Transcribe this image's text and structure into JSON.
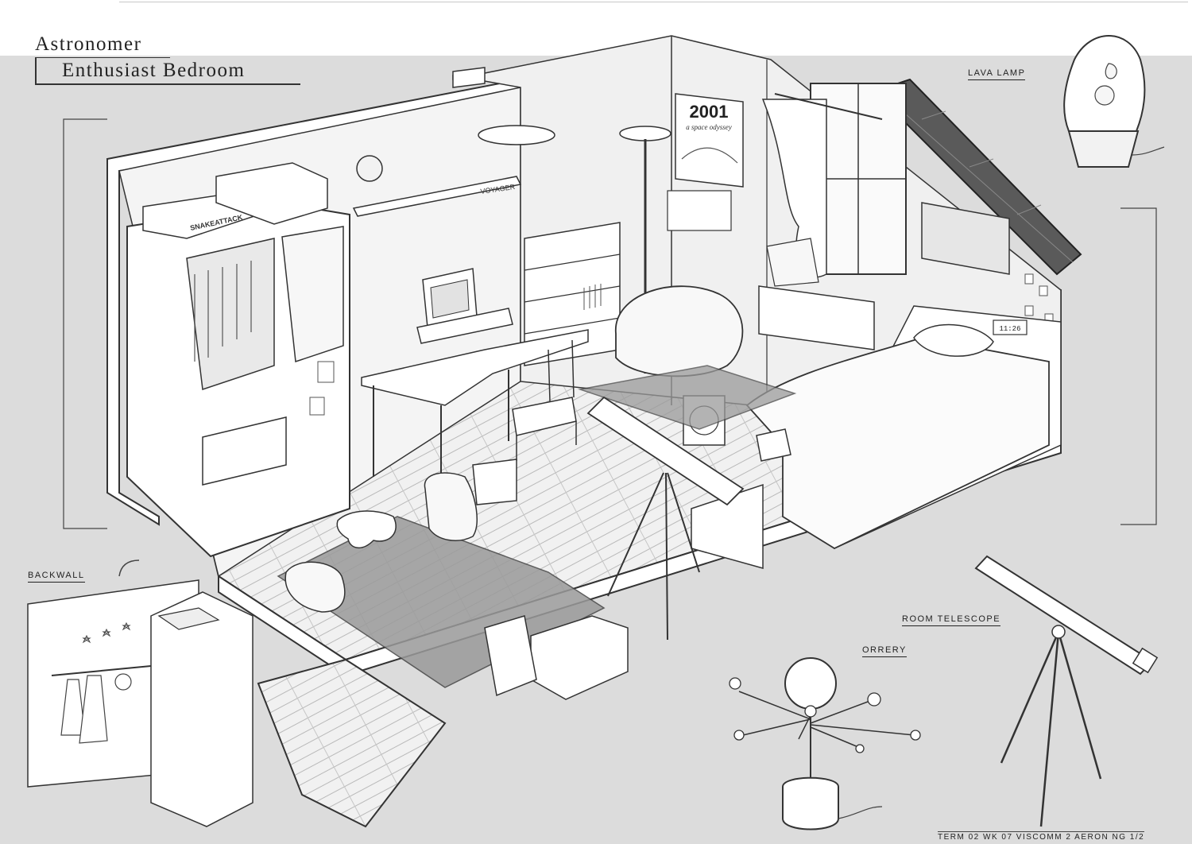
{
  "title": {
    "line1": "Astronomer",
    "line2": "Enthusiast Bedroom"
  },
  "labels": {
    "lava_lamp": "LAVA LAMP",
    "backwall": "BACKWALL",
    "room_telescope": "ROOM TELESCOPE",
    "orrery": "ORRERY"
  },
  "footer": "TERM 02 WK 07 VISCOMM 2 AERON NG 1/2",
  "poster": {
    "year": "2001",
    "subtitle": "a space odyssey"
  },
  "shelf_sign": "VOYAGER",
  "box_text": "SNAKEATTACK",
  "clock_text": "11:26",
  "colors": {
    "background": "#dcdcdc",
    "paper": "#f3f3f3",
    "ink": "#2a2a2a",
    "rug": "#9a9a9a",
    "roof": "#5a5a5a"
  },
  "icons": [
    "telescope-icon",
    "orrery-icon",
    "lava-lamp-icon",
    "cat-icon",
    "backpack-icon"
  ]
}
